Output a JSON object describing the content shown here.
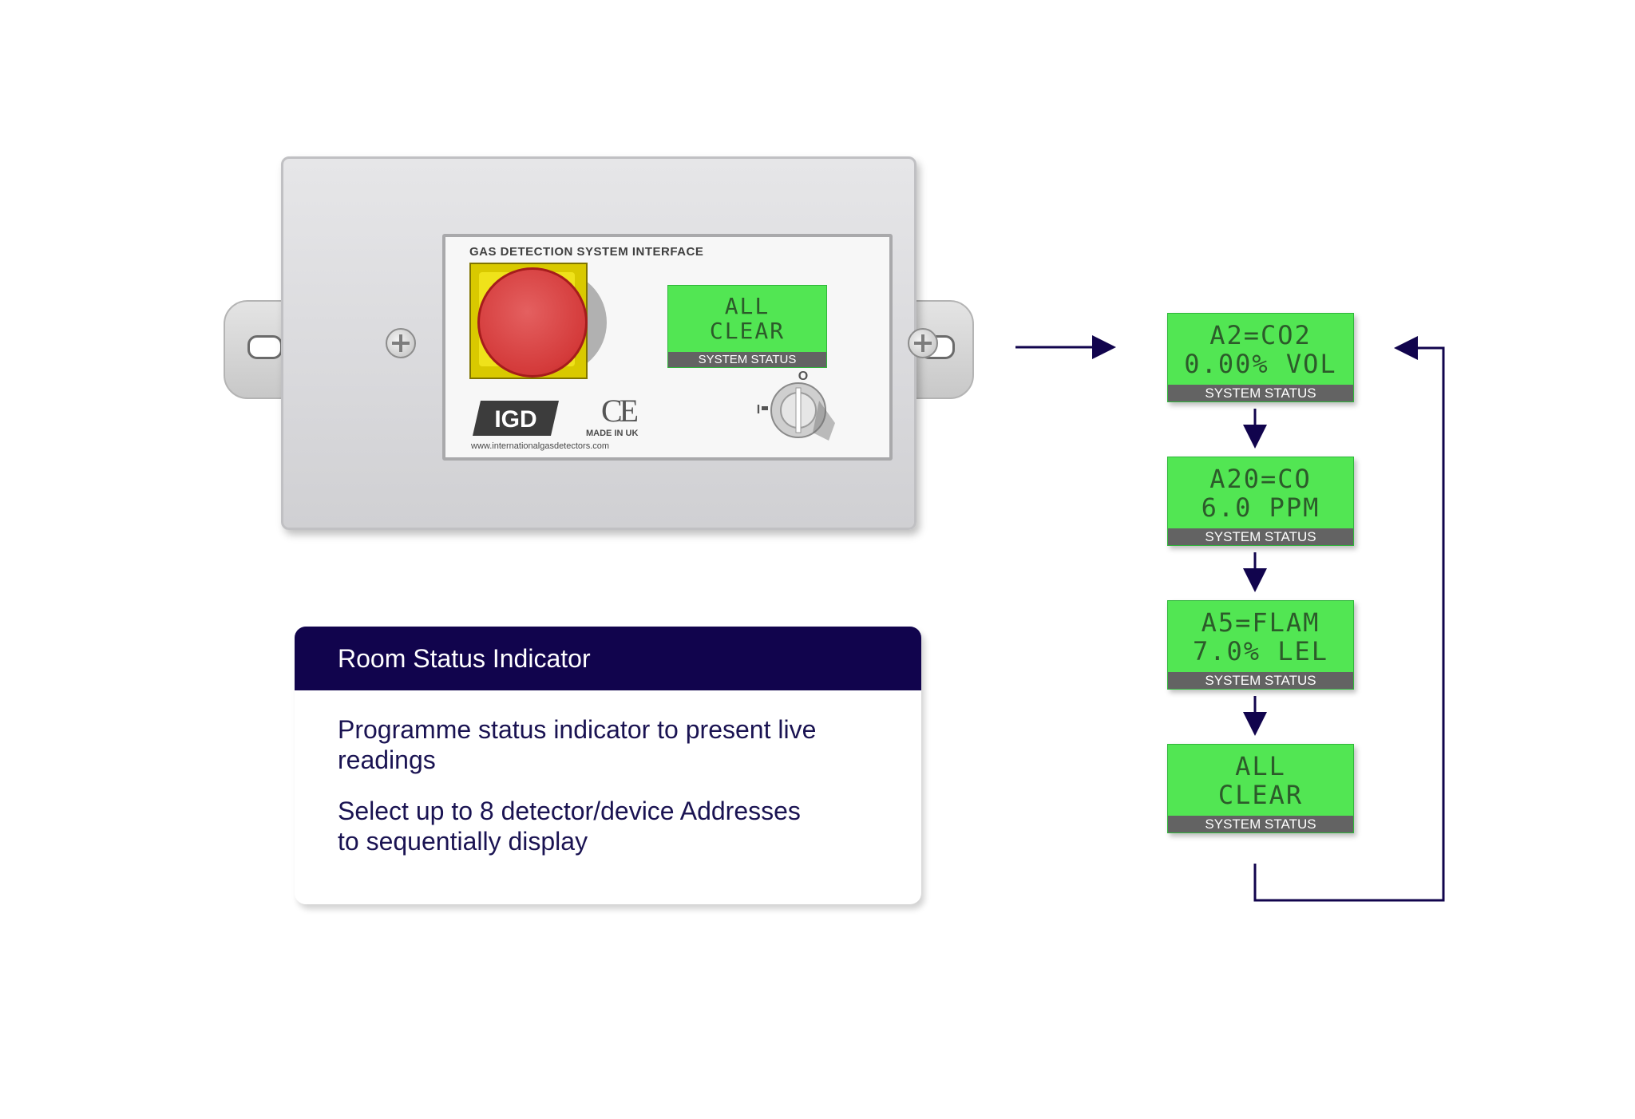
{
  "device": {
    "title": "GAS DETECTION SYSTEM INTERFACE",
    "display": {
      "line1": "ALL",
      "line2": "CLEAR",
      "label": "SYSTEM STATUS"
    },
    "logo_text": "IGD",
    "ce_mark": "CE",
    "made_in": "MADE IN UK",
    "website": "www.internationalgasdetectors.com",
    "key_positions": {
      "off": "O",
      "on": "I"
    }
  },
  "sequence": [
    {
      "line1": "A2=CO2",
      "line2": "0.00% VOL",
      "label": "SYSTEM STATUS"
    },
    {
      "line1": "A20=CO",
      "line2": "6.0 PPM",
      "label": "SYSTEM STATUS"
    },
    {
      "line1": "A5=FLAM",
      "line2": "7.0% LEL",
      "label": "SYSTEM STATUS"
    },
    {
      "line1": "ALL",
      "line2": "CLEAR",
      "label": "SYSTEM STATUS"
    }
  ],
  "card": {
    "title": "Room Status Indicator",
    "paragraph1": "Programme status indicator to present live readings",
    "paragraph2": "Select up to 8 detector/device Addresses to sequentially display"
  },
  "colors": {
    "lcd_green": "#52e653",
    "lcd_text": "#2c5b2a",
    "lcd_label_bg": "#636363",
    "navy": "#11044d",
    "button_red": "#d43a3a",
    "button_yellow": "#efe21a"
  }
}
